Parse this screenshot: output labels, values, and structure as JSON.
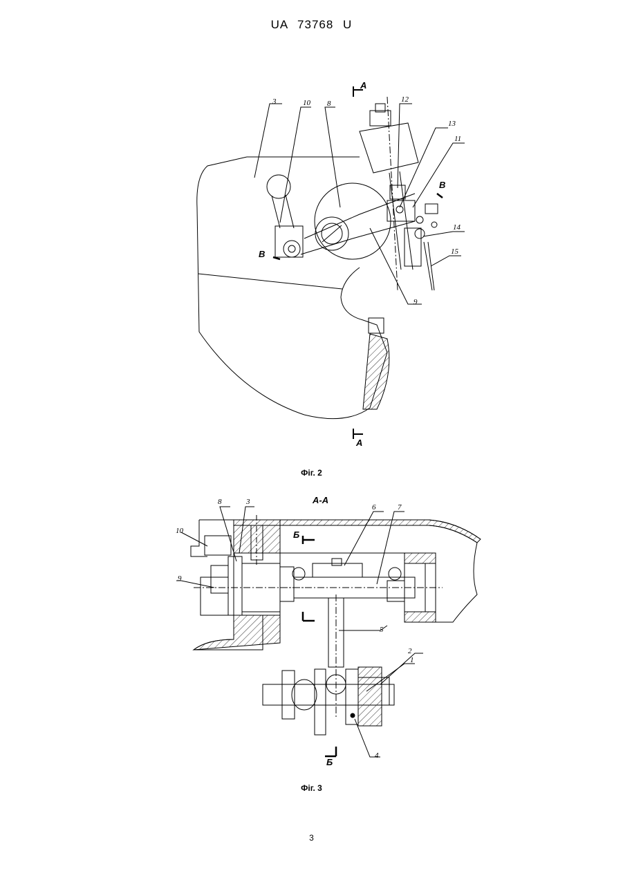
{
  "header": {
    "patent_number": "UA 73768 U"
  },
  "figure2": {
    "caption": "Фіг. 2",
    "section_marks": [
      "А",
      "А",
      "В",
      "В"
    ],
    "callouts": [
      "3",
      "10",
      "8",
      "12",
      "13",
      "11",
      "14",
      "15",
      "9"
    ]
  },
  "figure3": {
    "caption": "Фіг. 3",
    "section_title": "А-А",
    "section_marks": [
      "Б",
      "Б"
    ],
    "callouts": [
      "8",
      "3",
      "6",
      "7",
      "10",
      "9",
      "5",
      "2",
      "1",
      "4"
    ]
  },
  "footer": {
    "page_number": "3"
  }
}
